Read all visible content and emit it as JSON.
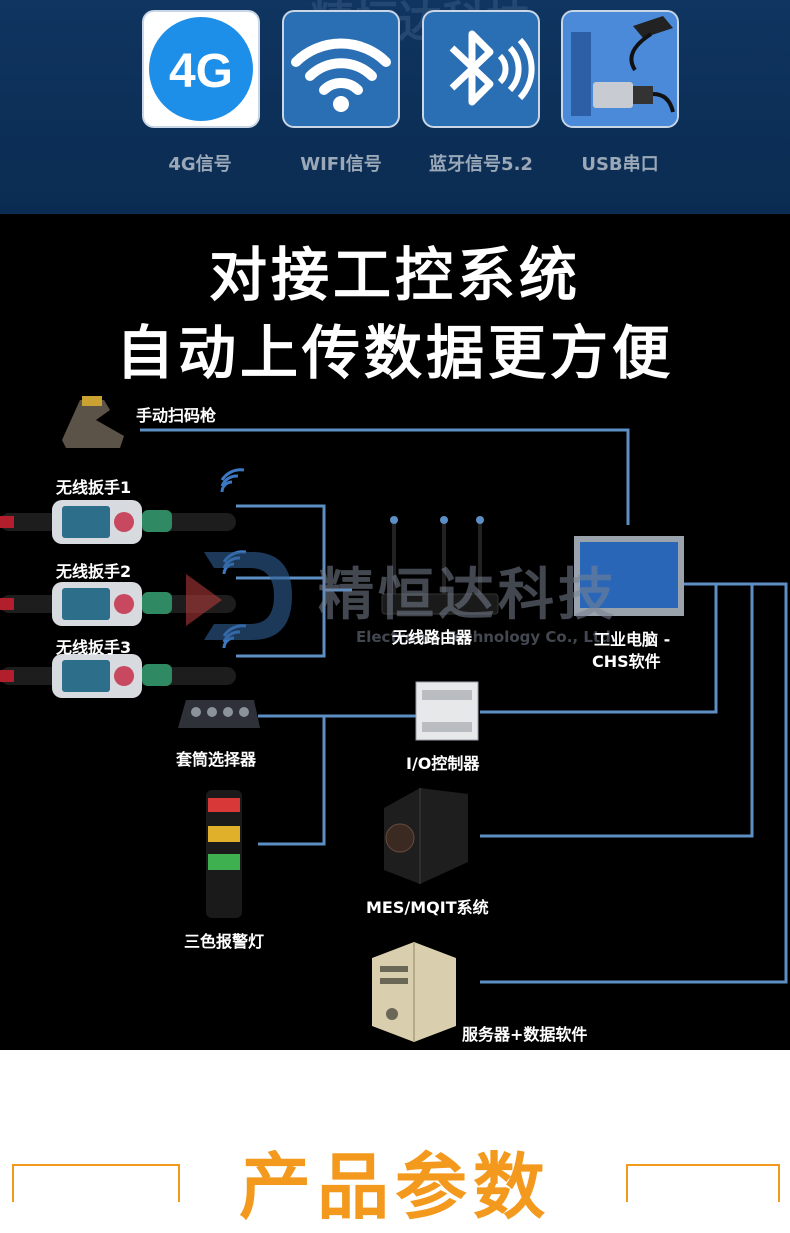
{
  "connectivity": {
    "items": [
      {
        "label": "4G信号",
        "badge": "4G"
      },
      {
        "label": "WIFI信号"
      },
      {
        "label": "蓝牙信号5.2"
      },
      {
        "label": "USB串口"
      }
    ]
  },
  "headline": {
    "line1": "对接工控系统",
    "line2": "自动上传数据更方便"
  },
  "watermark": {
    "brand": "精恒达科技",
    "sub": "Electronic Technology Co., Ltd."
  },
  "devices": {
    "scanner": "手动扫码枪",
    "wrench1": "无线扳手1",
    "wrench2": "无线扳手2",
    "wrench3": "无线扳手3",
    "router": "无线路由器",
    "pc_line1": "工业电脑 -",
    "pc_line2": "CHS软件",
    "selector": "套筒选择器",
    "io": "I/O控制器",
    "tower_light": "三色报警灯",
    "mes": "MES/MQIT系统",
    "server": "服务器+数据软件"
  },
  "section": {
    "title": "产品参数"
  },
  "colors": {
    "top_bg": "#0c2f57",
    "line_blue": "#5e8fc4",
    "accent_orange": "#f39a1e"
  }
}
